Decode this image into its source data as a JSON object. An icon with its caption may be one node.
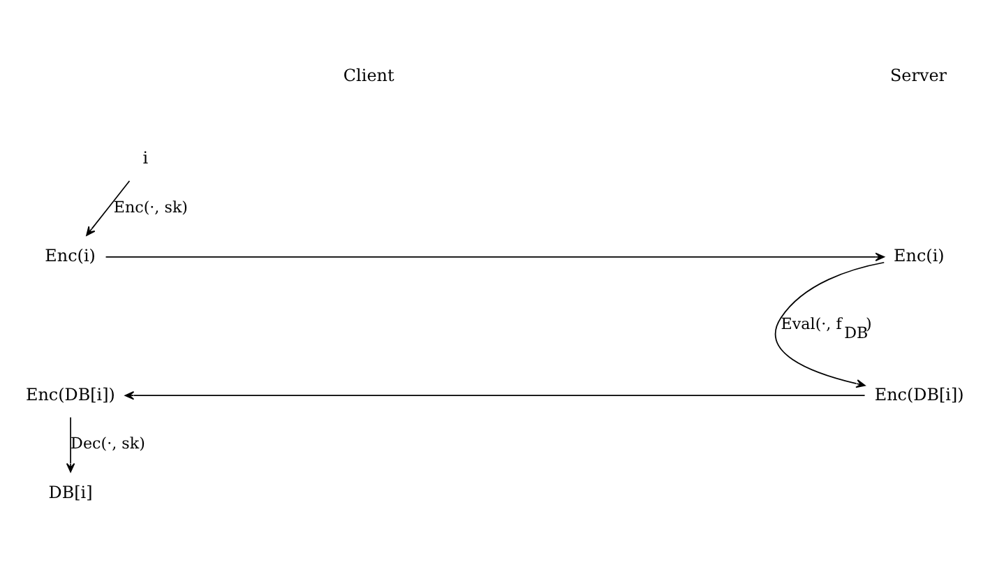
{
  "diagram": {
    "nodes": [
      {
        "text": [
          "i"
        ]
      },
      {
        "text": [
          "Enc(i)"
        ]
      },
      {
        "text": [
          "Enc(i)"
        ]
      },
      {
        "text": [
          "Enc(DB[i])"
        ]
      },
      {
        "text": [
          "Enc(DB[i])"
        ]
      },
      {
        "text": [
          "DB[i]"
        ]
      }
    ],
    "edges": [
      {
        "from": 0,
        "to": 1,
        "arrow": "to",
        "label": "Enc(·, sk)"
      },
      {
        "from": 1,
        "to": 2,
        "arrow": "to"
      },
      {
        "from": 2,
        "to": 3,
        "arrow": "to",
        "label": "Eval(·, f$_{DB}$)"
      },
      {
        "from": 3,
        "to": 4,
        "arrow": "to"
      },
      {
        "from": 4,
        "to": 5,
        "arrow": "to",
        "label": "Dec(·, sk)"
      }
    ],
    "labels": [
      "Client",
      "Server"
    ]
  }
}
